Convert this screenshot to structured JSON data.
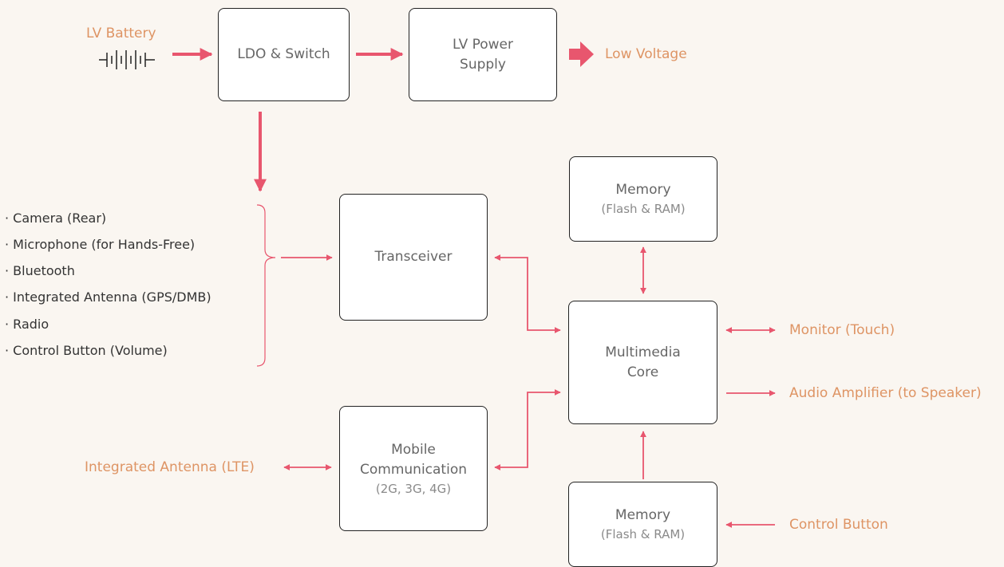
{
  "colors": {
    "accent": "#e8566e",
    "label": "#de9464",
    "box_text": "#666666",
    "sub_text": "#8a8a8a",
    "background": "#faf6f1"
  },
  "sources": {
    "lv_battery": "LV Battery",
    "low_voltage": "Low Voltage",
    "integrated_antenna_lte": "Integrated Antenna (LTE)",
    "monitor": "Monitor (Touch)",
    "audio_amp": "Audio Amplifier (to Speaker)",
    "control_button": "Control Button"
  },
  "boxes": {
    "ldo": {
      "title": "LDO & Switch"
    },
    "lv_power": {
      "title_l1": "LV Power",
      "title_l2": "Supply"
    },
    "transceiver": {
      "title": "Transceiver"
    },
    "memory_top": {
      "title": "Memory",
      "subtitle": "(Flash & RAM)"
    },
    "multimedia": {
      "title_l1": "Multimedia",
      "title_l2": "Core"
    },
    "mobile": {
      "title_l1": "Mobile",
      "title_l2": "Communication",
      "subtitle": "(2G, 3G, 4G)"
    },
    "memory_bottom": {
      "title": "Memory",
      "subtitle": "(Flash & RAM)"
    }
  },
  "inputs": [
    "· Camera (Rear)",
    "· Microphone (for Hands-Free)",
    "· Bluetooth",
    "· Integrated Antenna (GPS/DMB)",
    "· Radio",
    "· Control Button (Volume)"
  ]
}
